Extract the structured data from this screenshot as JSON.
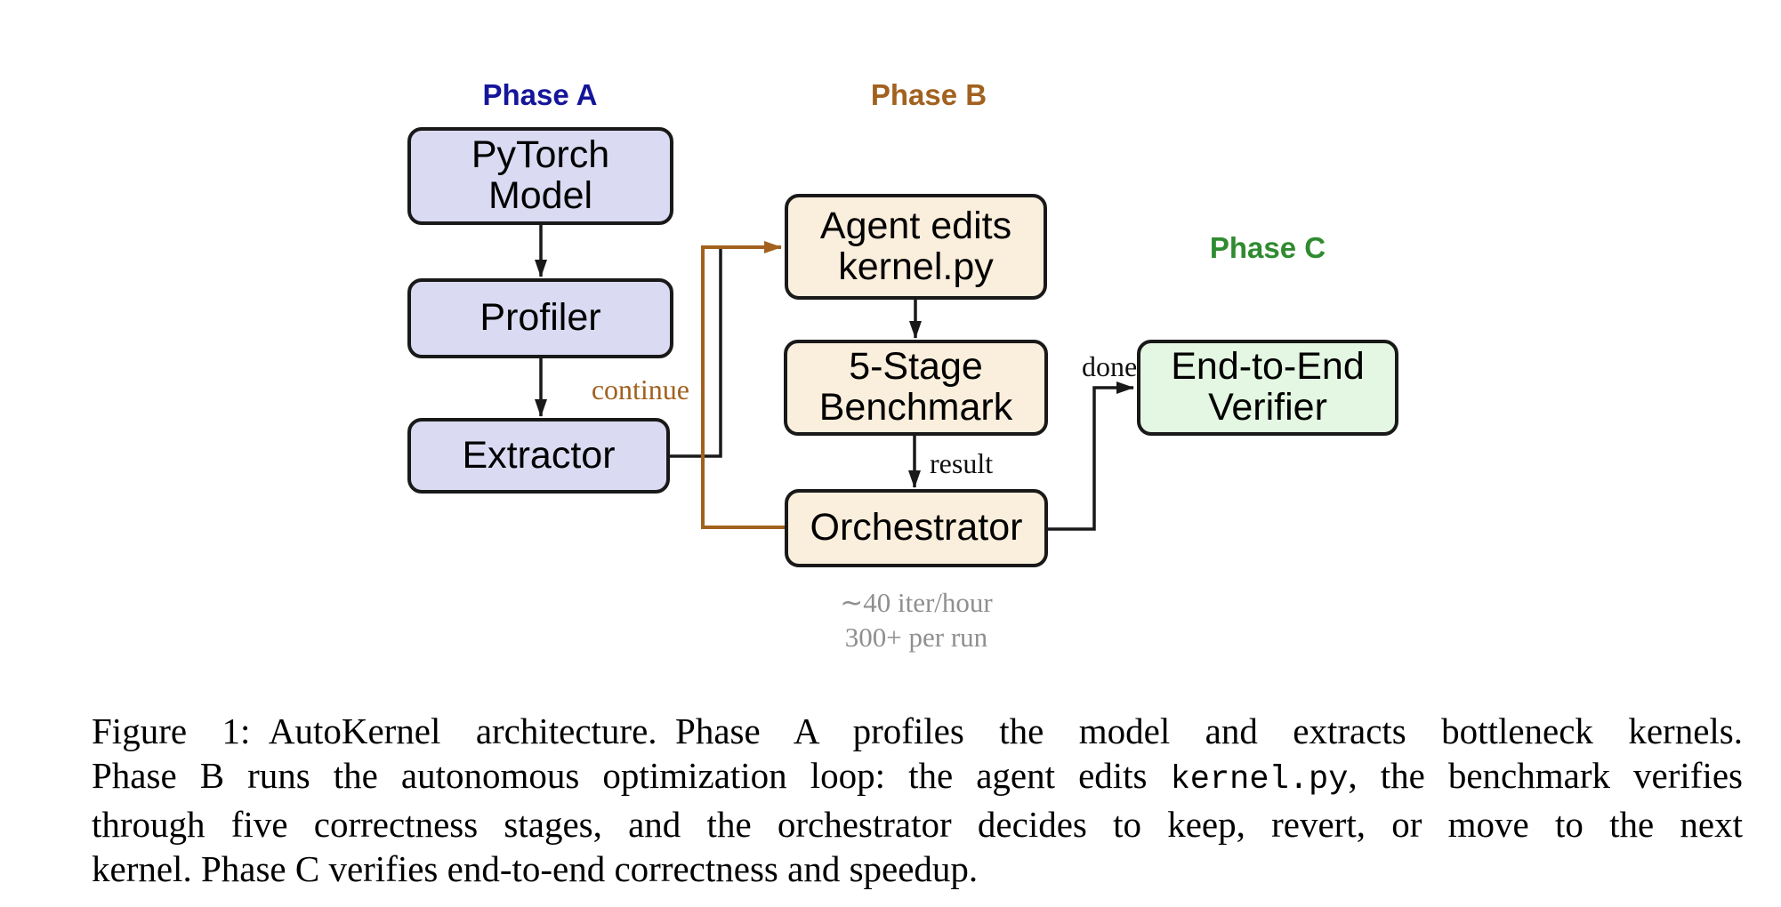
{
  "diagram": {
    "phase_labels": {
      "a": "Phase A",
      "b": "Phase B",
      "c": "Phase C"
    },
    "colors": {
      "phase_a_label": "#15159b",
      "phase_b_label": "#a2611f",
      "phase_c_label": "#2f8b2f",
      "phase_a_box_fill": "#dadaf2",
      "phase_b_box_fill": "#faeedc",
      "phase_c_box_fill": "#e3f7e2",
      "box_border": "#191919",
      "edge_black": "#191919",
      "edge_brown": "#a2611f",
      "stats_gray": "#8f8f8f"
    },
    "nodes": {
      "pytorch": {
        "line1": "PyTorch",
        "line2": "Model"
      },
      "profiler": {
        "line1": "Profiler"
      },
      "extractor": {
        "line1": "Extractor"
      },
      "agent": {
        "line1": "Agent edits",
        "line2": "kernel.py"
      },
      "benchmark": {
        "line1": "5-Stage",
        "line2": "Benchmark"
      },
      "orchestrator": {
        "line1": "Orchestrator"
      },
      "verifier": {
        "line1": "End-to-End",
        "line2": "Verifier"
      }
    },
    "edge_labels": {
      "continue": "continue",
      "result": "result",
      "done": "done"
    },
    "stats": {
      "line1": "∼40 iter/hour",
      "line2": "300+ per run"
    }
  },
  "caption": {
    "line1": "Figure 1: AutoKernel architecture. Phase A profiles the model and extracts bottleneck kernels.",
    "line2_pre": "Phase B runs the autonomous optimization loop: the agent edits ",
    "line2_code": "kernel.py",
    "line2_post": ", the benchmark verifies",
    "line3": "through five correctness stages, and the orchestrator decides to keep, revert, or move to the next",
    "line4": "kernel. Phase C verifies end-to-end correctness and speedup."
  }
}
